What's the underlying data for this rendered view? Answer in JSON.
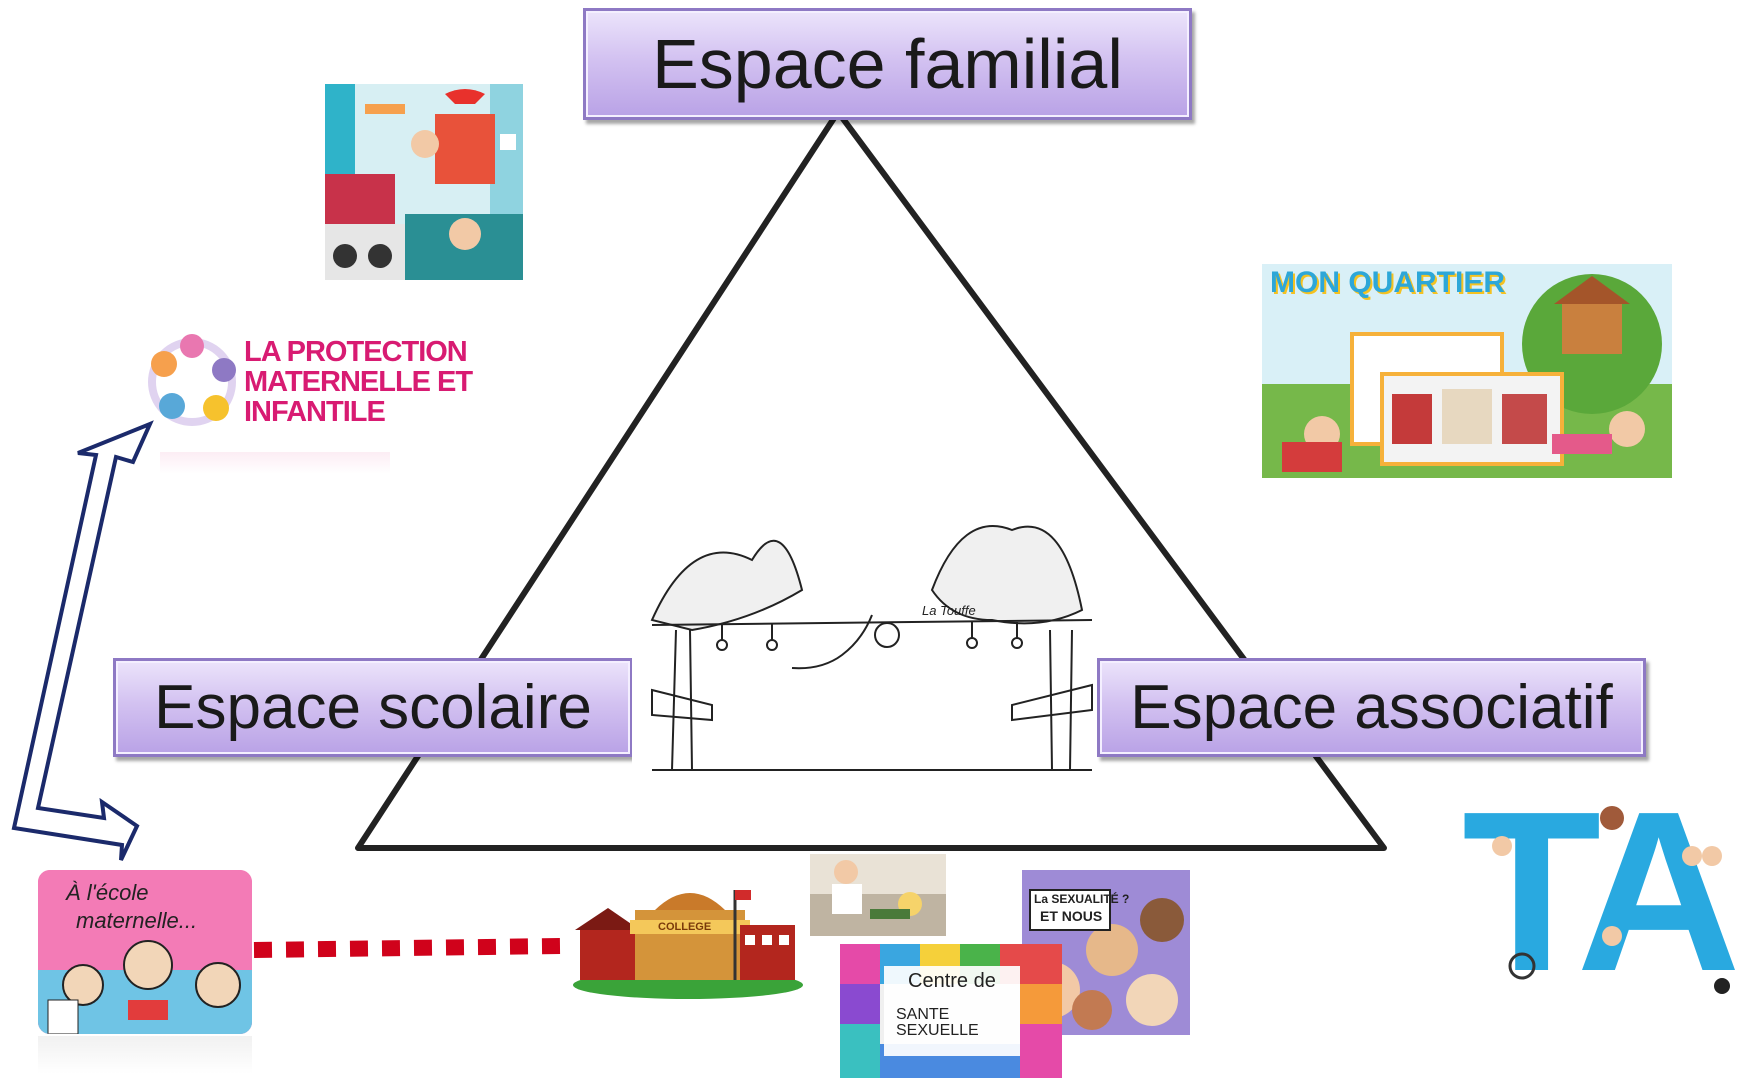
{
  "labels": {
    "familial": "Espace familial",
    "scolaire": "Espace scolaire",
    "associatif": "Espace associatif"
  },
  "images": {
    "pmi_title": "LA PROTECTION MATERNELLE ET INFANTILE",
    "pmi_line1": "LA PROTECTION",
    "pmi_line2": "MATERNELLE ET",
    "pmi_line3": "INFANTILE",
    "quartier_title": "MON QUARTIER",
    "ecole_line1": "À l'école",
    "ecole_line2": "maternelle...",
    "college_sign": "COLLEGE",
    "sexualite_line1": "La SEXUALITÉ ?",
    "sexualite_line2": "ET NOUS",
    "centre_line1": "Centre de",
    "centre_line2": "SANTE",
    "centre_line3": "SEXUELLE",
    "tap_text": "TAP",
    "drawing_signature": "La Touffe"
  },
  "colors": {
    "label_border": "#8e79c4",
    "arrow": "#1b2a6b",
    "dotted_link": "#d0021b",
    "triangle": "#222222",
    "pmi_pink": "#d81b72",
    "tap_blue": "#29a9e0"
  }
}
